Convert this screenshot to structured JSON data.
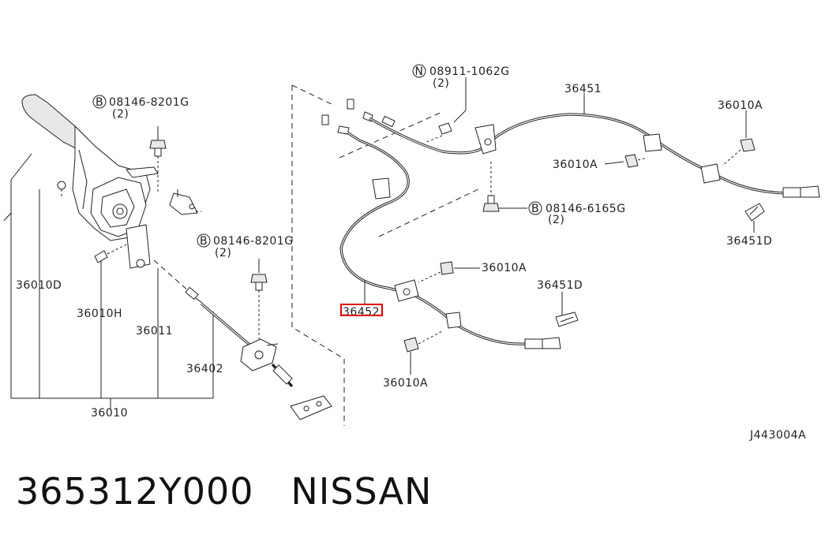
{
  "diagram": {
    "labels": {
      "bolt_top_left": "08146-8201G",
      "bolt_top_left_qty": "(2)",
      "bolt_mid": "08146-8201G",
      "bolt_mid_qty": "(2)",
      "nut_top": "08911-1062G",
      "nut_top_qty": "(2)",
      "bolt_right": "08146-6165G",
      "bolt_right_qty": "(2)",
      "cable_right": "36451",
      "bolt_36010A_1": "36010A",
      "bolt_36010A_2": "36010A",
      "bolt_36010A_3": "36010A",
      "bolt_36010A_4": "36010A",
      "clip_36451D_1": "36451D",
      "clip_36451D_2": "36451D",
      "cable_left": "36452",
      "bolt_36010D": "36010D",
      "bolt_36010H": "36010H",
      "lever_36011": "36011",
      "cable_front": "36402",
      "assembly": "36010",
      "diagram_code": "J443004A"
    },
    "badges": {
      "b": "B",
      "n": "N"
    },
    "highlight_color": "#e00000"
  },
  "footer": {
    "title": "365312Y000   NISSAN"
  }
}
